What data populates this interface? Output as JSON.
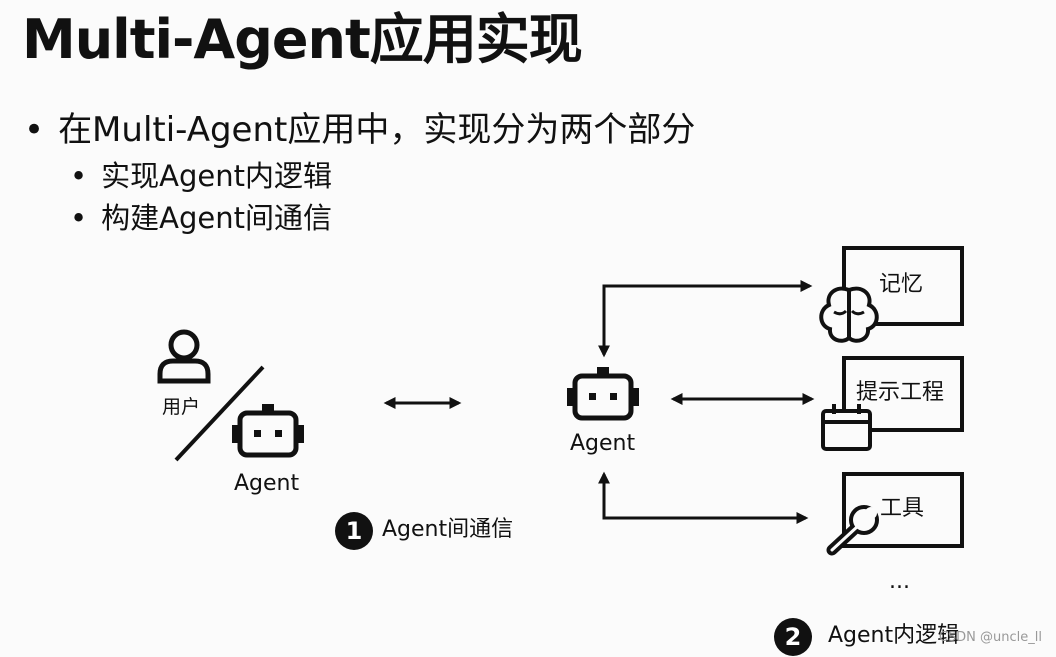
{
  "title": "Multi-Agent应用实现",
  "bullets": {
    "main": "在Multi-Agent应用中，实现分为两个部分",
    "sub": [
      "实现Agent内逻辑",
      "构建Agent间通信"
    ]
  },
  "diagram": {
    "user_label": "用户",
    "left_agent_label": "Agent",
    "center_agent_label": "Agent",
    "boxes": [
      "记忆",
      "提示工程",
      "工具"
    ],
    "ellipsis": "...",
    "step1": {
      "number": "1",
      "label": "Agent间通信"
    },
    "step2": {
      "number": "2",
      "label": "Agent内逻辑"
    }
  },
  "watermark": "CSDN @uncle_ll",
  "icons": [
    "user-icon",
    "robot-icon",
    "brain-icon",
    "calendar-icon",
    "wrench-icon"
  ]
}
